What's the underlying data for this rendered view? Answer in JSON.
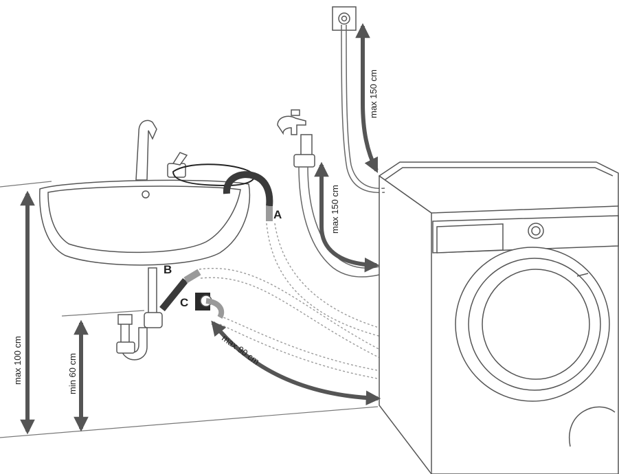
{
  "labels": {
    "point_a": "A",
    "point_b": "B",
    "point_c": "C"
  },
  "measurements": {
    "socket_max": "max 150 cm",
    "tap_max": "max 150 cm",
    "sink_height_max": "max 100 cm",
    "standpipe_min": "min 60 cm",
    "drain_distance_max": "max 90 cm"
  },
  "colors": {
    "line": "#555555",
    "arrow": "#555555",
    "hose_dark": "#3a3a3a",
    "hose_gray": "#9a9a9a",
    "dotted": "#9a9a9a"
  }
}
